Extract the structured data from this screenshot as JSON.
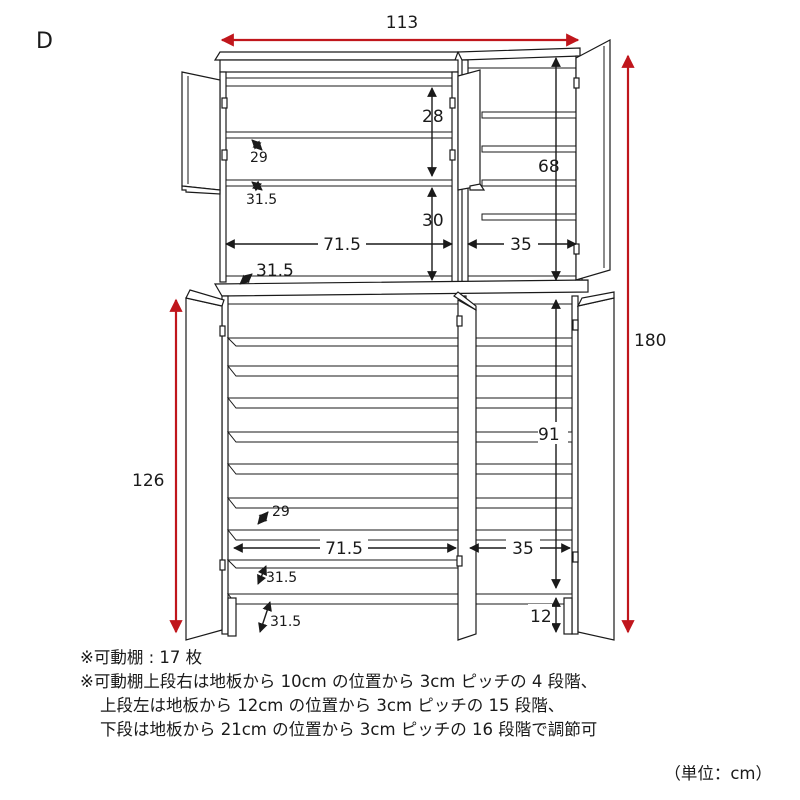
{
  "variant_label": "D",
  "dimensions": {
    "total_width": "113",
    "total_height": "180",
    "lower_height": "126",
    "upper_inner_28": "28",
    "upper_inner_30": "30",
    "upper_right_68": "68",
    "upper_width_left": "71.5",
    "upper_width_right": "35",
    "upper_depth_29": "29",
    "upper_depth_31_5_a": "31.5",
    "upper_depth_31_5_b": "31.5",
    "lower_right_91": "91",
    "lower_width_left": "71.5",
    "lower_width_right": "35",
    "lower_depth_29": "29",
    "lower_depth_31_5_a": "31.5",
    "lower_depth_31_5_b": "31.5",
    "lower_base_12": "12"
  },
  "notes": [
    "※可動棚 : 17 枚",
    "※可動棚上段右は地板から 10cm の位置から 3cm ピッチの 4 段階、",
    "上段左は地板から 12cm の位置から 3cm ピッチの 15 段階、",
    "下段は地板から 21cm の位置から 3cm ピッチの 16 段階で調節可"
  ],
  "unit_label": "（単位：cm）",
  "colors": {
    "red_dimension": "#c0161c",
    "line": "#1a1a1a"
  }
}
